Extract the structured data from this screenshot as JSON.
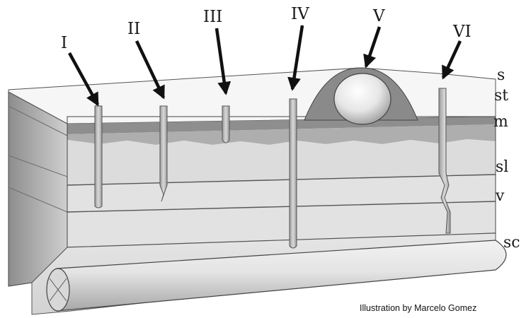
{
  "diagram": {
    "lesion_labels": [
      "I",
      "II",
      "III",
      "IV",
      "V",
      "VI"
    ],
    "layer_labels": [
      "s",
      "st",
      "m",
      "sl",
      "v",
      "sc"
    ],
    "credit": "Illustration by Marcelo Gomez"
  }
}
